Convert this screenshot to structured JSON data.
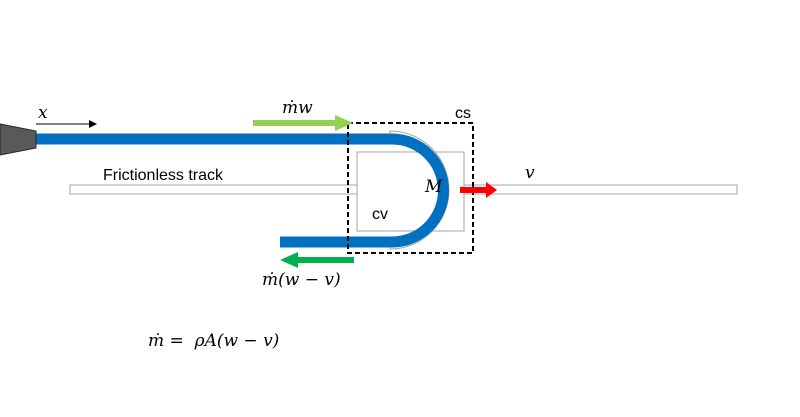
{
  "labels": {
    "x_axis": "x",
    "incoming_flux": "ṁw",
    "outgoing_flux": "ṁ(w − v)",
    "control_surface": "cs",
    "control_volume": "cv",
    "mass": "M",
    "velocity": "v",
    "track": "Frictionless track",
    "equation": "ṁ =  ρA(w − v)"
  },
  "colors": {
    "jet": "#0070c0",
    "incoming_arrow": "#92d050",
    "outgoing_arrow": "#00b050",
    "velocity_arrow": "#ff0000",
    "nozzle": "#595959"
  }
}
